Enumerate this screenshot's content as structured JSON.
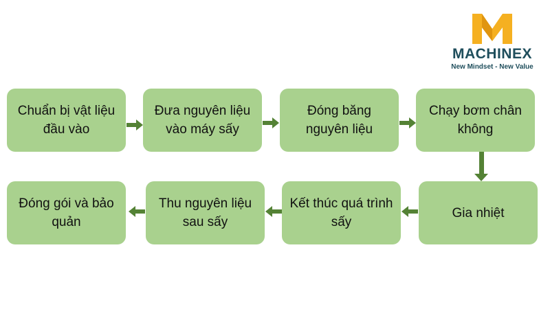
{
  "logo": {
    "brand": "MACHINEX",
    "tagline": "New Mindset - New Value",
    "colors": {
      "mark": "#f5b021",
      "text": "#1f4e5c"
    }
  },
  "diagram": {
    "colors": {
      "box_fill": "#a9d18e",
      "arrow": "#548235"
    },
    "steps": [
      "Chuẩn bị vật liệu đầu vào",
      "Đưa nguyên liệu vào máy sấy",
      "Đóng băng nguyên liệu",
      "Chạy bơm chân không",
      "Gia nhiệt",
      "Kết thúc quá trình sấy",
      "Thu nguyên liệu sau sấy",
      "Đóng gói và bảo quản"
    ]
  }
}
